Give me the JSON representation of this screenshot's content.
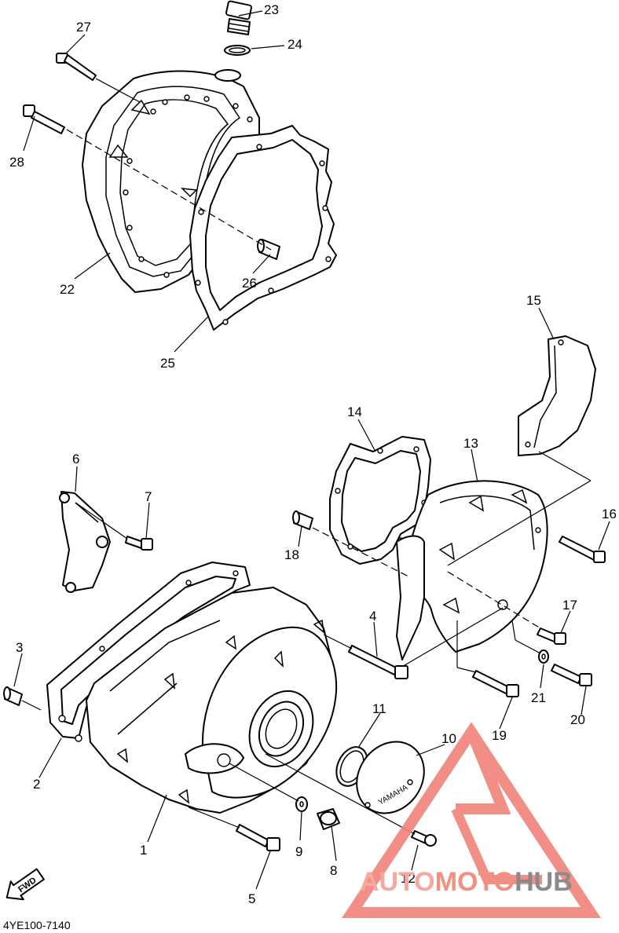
{
  "diagram": {
    "code": "4YE100-7140",
    "fwd_label": "FWD",
    "part_numbers": [
      "1",
      "2",
      "3",
      "4",
      "5",
      "6",
      "7",
      "8",
      "9",
      "10",
      "11",
      "12",
      "13",
      "14",
      "15",
      "16",
      "17",
      "18",
      "19",
      "20",
      "21",
      "22",
      "23",
      "24",
      "25",
      "26",
      "27",
      "28"
    ],
    "cover_text": "YAMAHA"
  },
  "watermark": {
    "part1": "AUTO",
    "part2": "MOTO",
    "part3": "HUB",
    "colors": {
      "triangle": "#f0827a",
      "auto": "#f7a89d",
      "moto": "#f1907f",
      "hub": "#8a8a8a"
    }
  }
}
